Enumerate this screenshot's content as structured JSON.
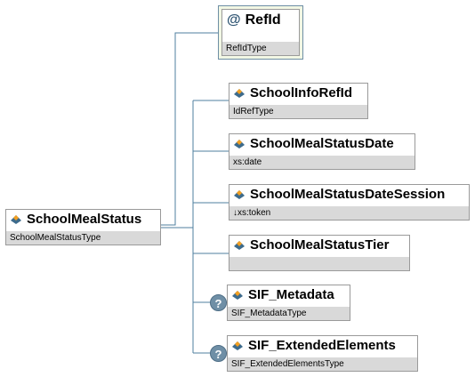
{
  "root": {
    "name": "SchoolMealStatus",
    "type": "SchoolMealStatusType",
    "icon": "element-icon"
  },
  "attribute": {
    "symbol": "@",
    "name": "RefId",
    "type": "RefIdType"
  },
  "elements": [
    {
      "name": "SchoolInfoRefId",
      "type": "IdRefType",
      "optional": false
    },
    {
      "name": "SchoolMealStatusDate",
      "type": "xs:date",
      "optional": false
    },
    {
      "name": "SchoolMealStatusDateSession",
      "type": "↓xs:token",
      "optional": false
    },
    {
      "name": "SchoolMealStatusTier",
      "type": "",
      "optional": false
    },
    {
      "name": "SIF_Metadata",
      "type": "SIF_MetadataType",
      "optional": true,
      "optional_marker": "?"
    },
    {
      "name": "SIF_ExtendedElements",
      "type": "SIF_ExtendedElementsType",
      "optional": true,
      "optional_marker": "?"
    }
  ],
  "colors": {
    "connector": "#4f7f9f",
    "icon_orange": "#f4a020",
    "icon_blue": "#3d6b8c",
    "type_bar": "#d9d9d9"
  }
}
